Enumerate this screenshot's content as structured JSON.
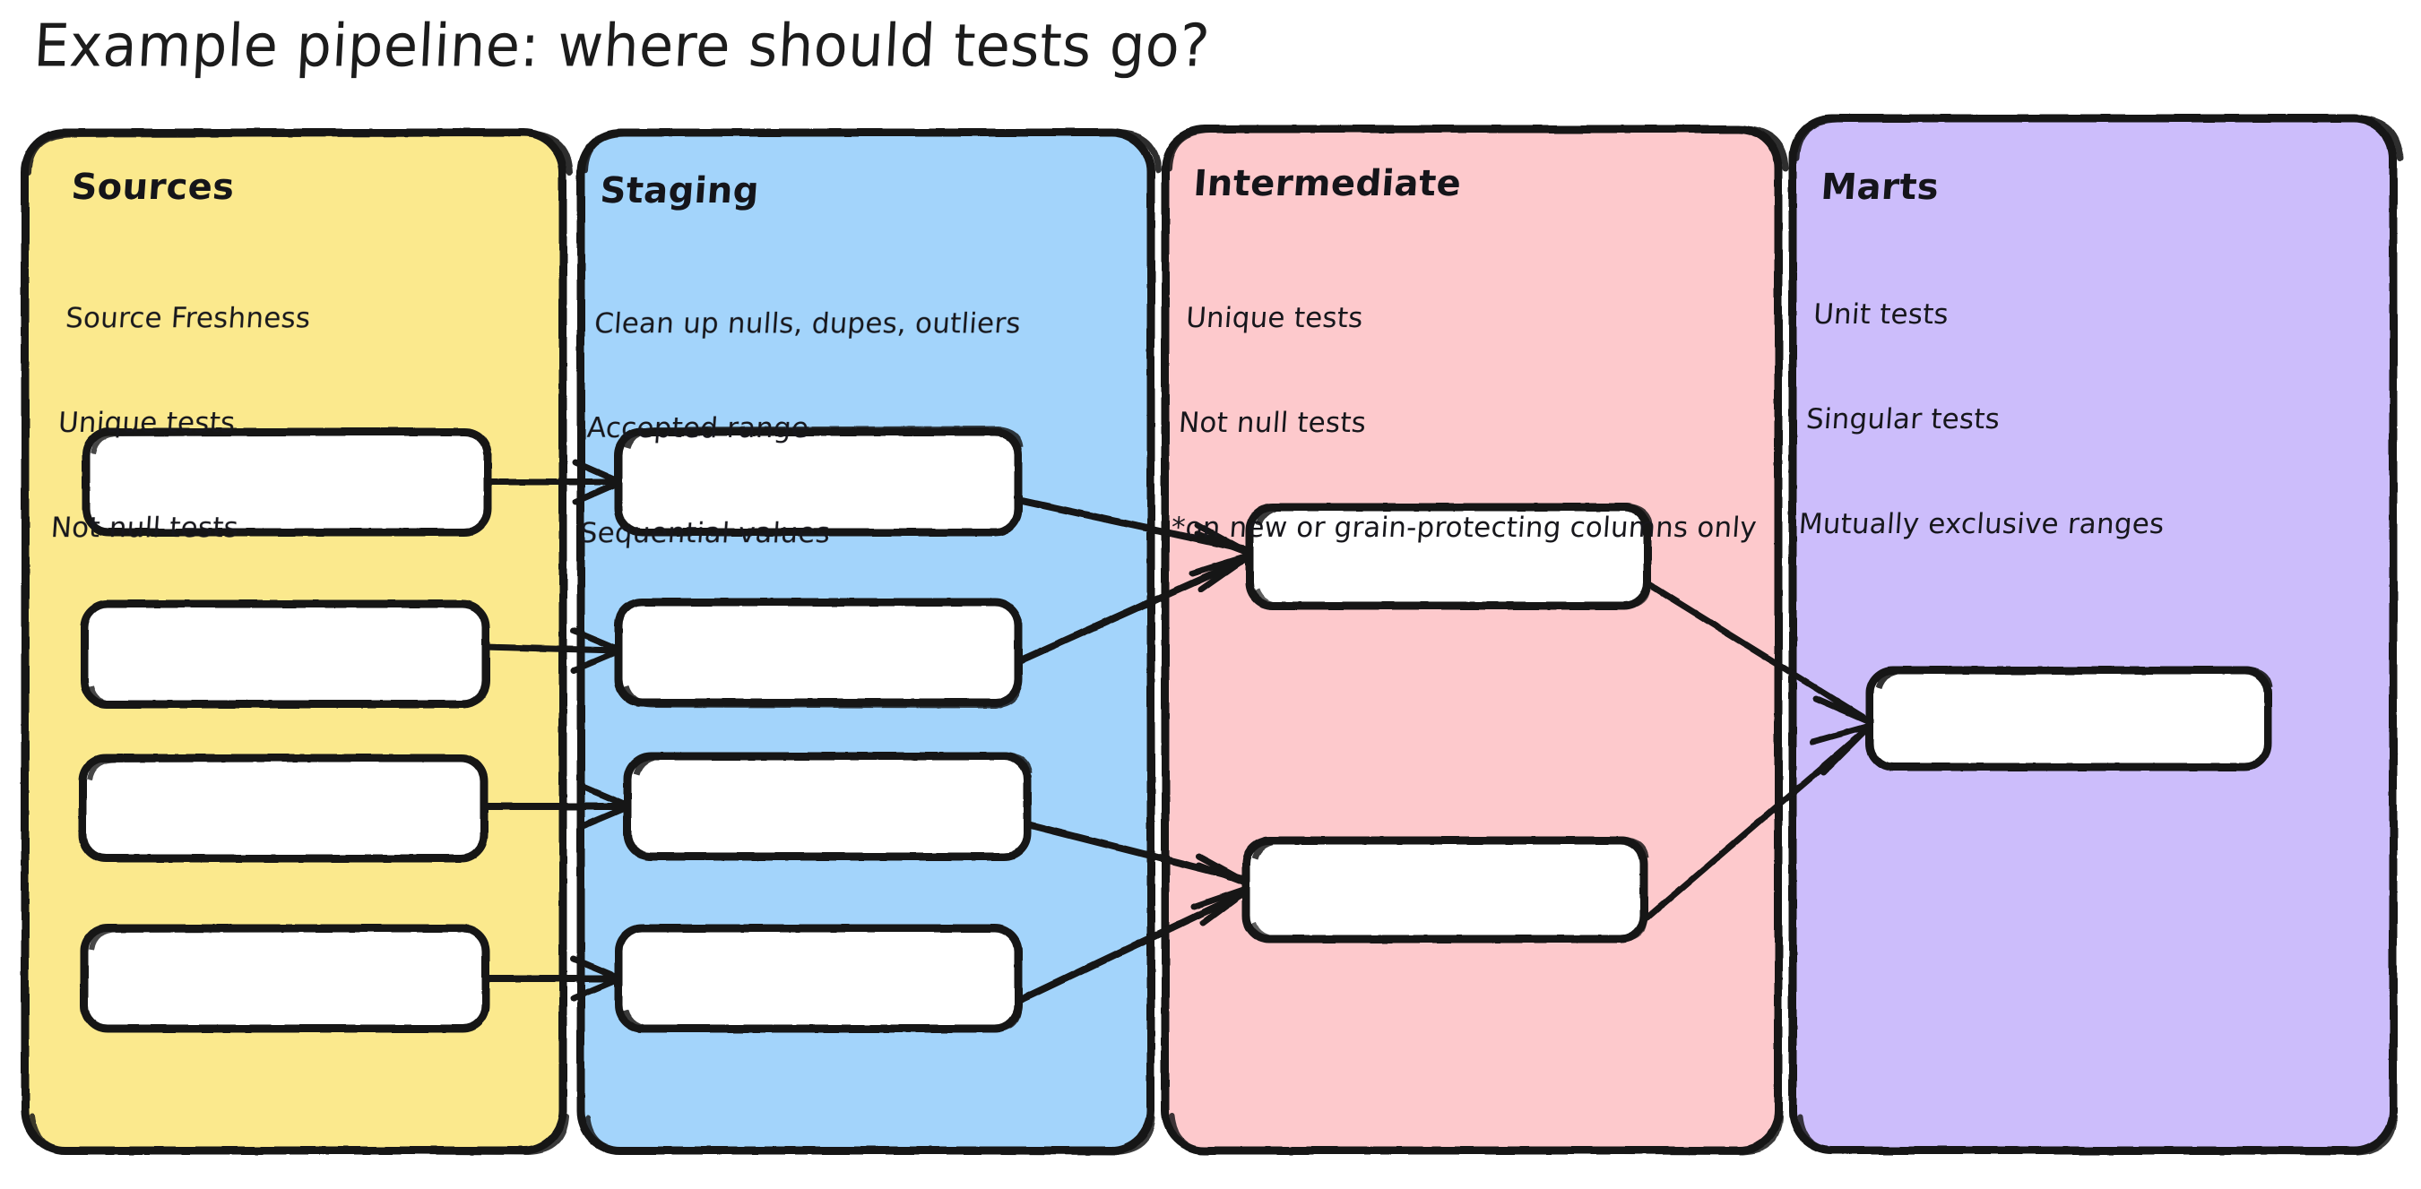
{
  "title": "Example pipeline: where should tests go?",
  "palette": {
    "sources": "#FBE98D",
    "staging": "#A3D4FB",
    "intermediate": "#FDC9CC",
    "marts": "#CCBDFB",
    "stroke": "#191919",
    "node_fill": "#FFFFFF",
    "background": "#FFFFFF"
  },
  "lanes": [
    {
      "id": "sources",
      "header": "Sources",
      "color": "#FBE98D",
      "notes": [
        "Source Freshness",
        "Unique tests",
        "Not null tests"
      ],
      "node_count": 4
    },
    {
      "id": "staging",
      "header": "Staging",
      "color": "#A3D4FB",
      "notes": [
        "Clean up nulls, dupes, outliers",
        "Accepted range",
        "Sequential values"
      ],
      "node_count": 4
    },
    {
      "id": "intermediate",
      "header": "Intermediate",
      "color": "#FDC9CC",
      "notes": [
        "Unique tests",
        "Not null tests",
        "*on new or grain-protecting columns only"
      ],
      "node_count": 2
    },
    {
      "id": "marts",
      "header": "Marts",
      "color": "#CCBDFB",
      "notes": [
        "Unit tests",
        "Singular tests",
        "Mutually exclusive ranges"
      ],
      "node_count": 1
    }
  ],
  "nodes": [
    {
      "id": "src-1",
      "lane": "sources",
      "label": ""
    },
    {
      "id": "src-2",
      "lane": "sources",
      "label": ""
    },
    {
      "id": "src-3",
      "lane": "sources",
      "label": ""
    },
    {
      "id": "src-4",
      "lane": "sources",
      "label": ""
    },
    {
      "id": "stg-1",
      "lane": "staging",
      "label": ""
    },
    {
      "id": "stg-2",
      "lane": "staging",
      "label": ""
    },
    {
      "id": "stg-3",
      "lane": "staging",
      "label": ""
    },
    {
      "id": "stg-4",
      "lane": "staging",
      "label": ""
    },
    {
      "id": "int-1",
      "lane": "intermediate",
      "label": ""
    },
    {
      "id": "int-2",
      "lane": "intermediate",
      "label": ""
    },
    {
      "id": "mart-1",
      "lane": "marts",
      "label": ""
    }
  ],
  "edges": [
    {
      "from": "src-1",
      "to": "stg-1"
    },
    {
      "from": "src-2",
      "to": "stg-2"
    },
    {
      "from": "src-3",
      "to": "stg-3"
    },
    {
      "from": "src-4",
      "to": "stg-4"
    },
    {
      "from": "stg-1",
      "to": "int-1"
    },
    {
      "from": "stg-2",
      "to": "int-1"
    },
    {
      "from": "stg-3",
      "to": "int-2"
    },
    {
      "from": "stg-4",
      "to": "int-2"
    },
    {
      "from": "int-1",
      "to": "mart-1"
    },
    {
      "from": "int-2",
      "to": "mart-1"
    }
  ]
}
